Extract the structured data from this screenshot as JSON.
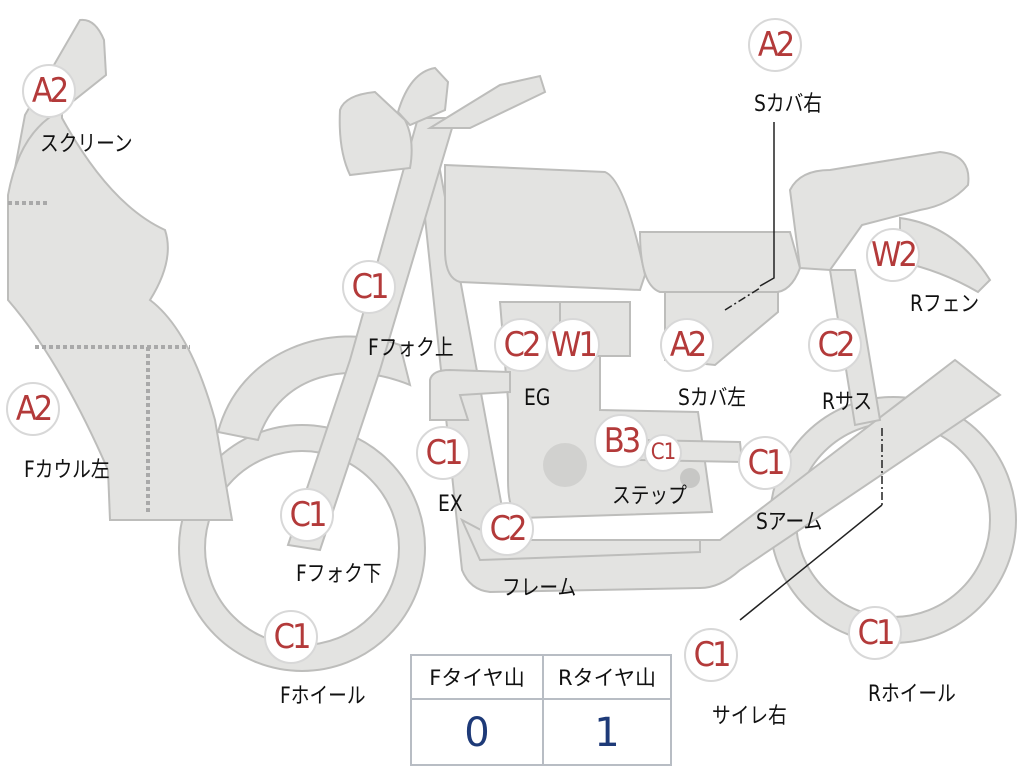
{
  "parts": [
    {
      "id": "screen",
      "grade": "A2",
      "label": "スクリーン"
    },
    {
      "id": "side-cover-right",
      "grade": "A2",
      "label": "Sカバ右"
    },
    {
      "id": "fork-upper",
      "grade": "C1",
      "label": "Fフォク上"
    },
    {
      "id": "rear-fender",
      "grade": "W2",
      "label": "Rフェン"
    },
    {
      "id": "engine-c2",
      "grade": "C2",
      "label": ""
    },
    {
      "id": "engine-w1",
      "grade": "W1",
      "label": "EG"
    },
    {
      "id": "side-cover-left",
      "grade": "A2",
      "label": "Sカバ左"
    },
    {
      "id": "rear-suspension",
      "grade": "C2",
      "label": "Rサス"
    },
    {
      "id": "front-cowl-left",
      "grade": "A2",
      "label": "Fカウル左"
    },
    {
      "id": "exhaust",
      "grade": "C1",
      "label": "EX"
    },
    {
      "id": "step-b3",
      "grade": "B3",
      "label": ""
    },
    {
      "id": "step-c1",
      "grade": "C1",
      "label": "ステップ"
    },
    {
      "id": "swing-arm",
      "grade": "C1",
      "label": "Sアーム"
    },
    {
      "id": "fork-lower",
      "grade": "C1",
      "label": "Fフォク下"
    },
    {
      "id": "frame",
      "grade": "C2",
      "label": "フレーム"
    },
    {
      "id": "front-wheel",
      "grade": "C1",
      "label": "Fホイール"
    },
    {
      "id": "silencer-right",
      "grade": "C1",
      "label": "サイレ右"
    },
    {
      "id": "rear-wheel",
      "grade": "C1",
      "label": "Rホイール"
    }
  ],
  "tread": {
    "front_label": "Fタイヤ山",
    "rear_label": "Rタイヤ山",
    "front_value": "0",
    "rear_value": "1"
  }
}
